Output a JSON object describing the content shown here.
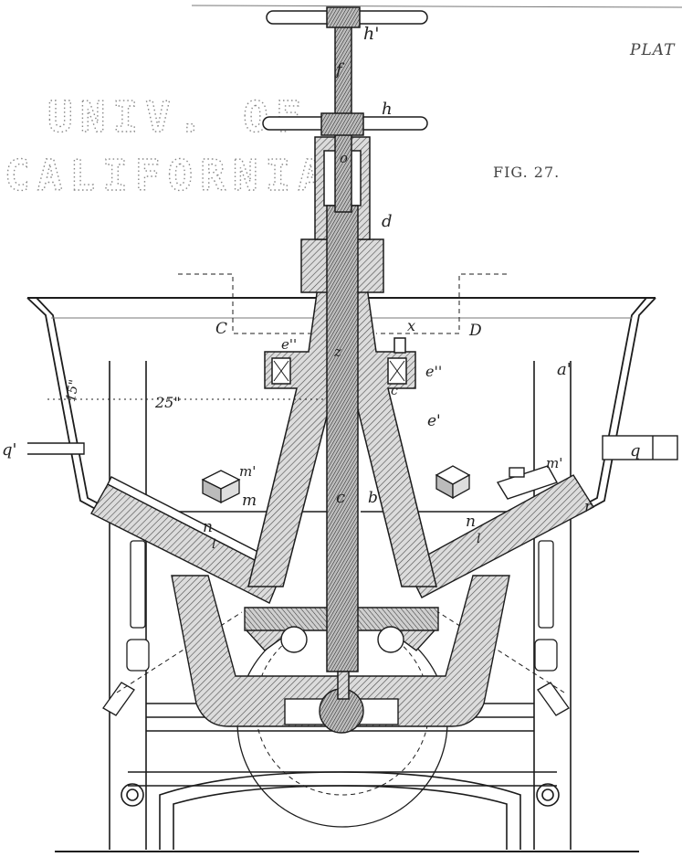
{
  "plate_header": "PLAT",
  "figure_caption": "FIG. 27.",
  "library_stamp": [
    "UNIV. OF",
    "CALIFORNIA"
  ],
  "labels": {
    "h_prime": "h'",
    "f": "f",
    "h": "h",
    "o": "o",
    "d": "d",
    "C": "C",
    "x": "x",
    "D": "D",
    "e_double_prime_left": "e''",
    "e_double_prime_right": "e''",
    "z": "z",
    "c_small": "c",
    "a_prime": "a'",
    "dim_15": "15\"",
    "dim_25": "25\"",
    "e_prime": "e'",
    "q_prime": "q'",
    "q": "q",
    "m_prime_left": "m'",
    "m_prime_right": "m'",
    "m": "m",
    "c_shaft": "c",
    "b": "b",
    "n_left": "n",
    "n_right": "n",
    "l_left": "l",
    "l_right": "l",
    "r": "r"
  },
  "colors": {
    "ink": "#1c1c1c",
    "hatch": "#555555",
    "paper": "#ffffff"
  }
}
